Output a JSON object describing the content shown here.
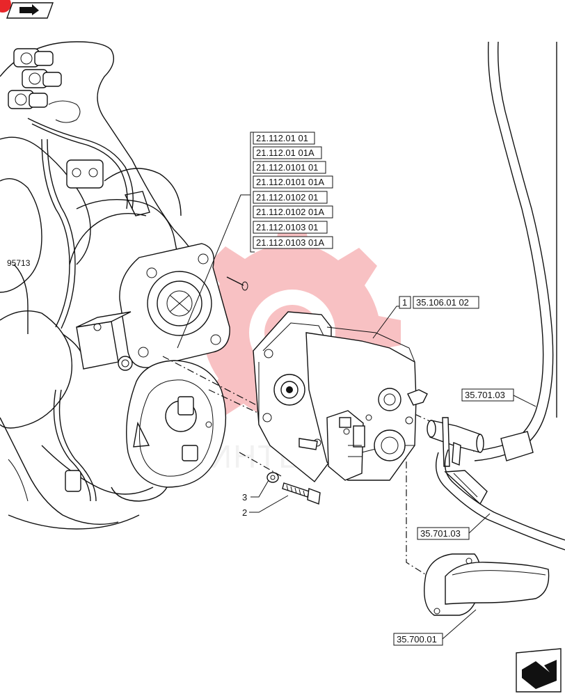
{
  "references_group": [
    "21.112.01 01",
    "21.112.01 01A",
    "21.112.0101 01",
    "21.112.0101 01A",
    "21.112.0102 01",
    "21.112.0102 01A",
    "21.112.0103 01",
    "21.112.0103 01A"
  ],
  "callouts": {
    "item1_number": "1",
    "item1_ref": "35.106.01 02",
    "hose_ref_upper": "35.701.03",
    "hose_ref_lower": "35.701.03",
    "flange_ref": "35.700.01",
    "item2_number": "2",
    "item3_number": "3"
  },
  "watermark": {
    "text": "ИНТЕ",
    "color": "#e8262a"
  },
  "icons": {
    "top_left": "forward-arrow-icon",
    "bottom_right": "return-arrow-icon",
    "corner_badge": "red-corner-badge"
  }
}
